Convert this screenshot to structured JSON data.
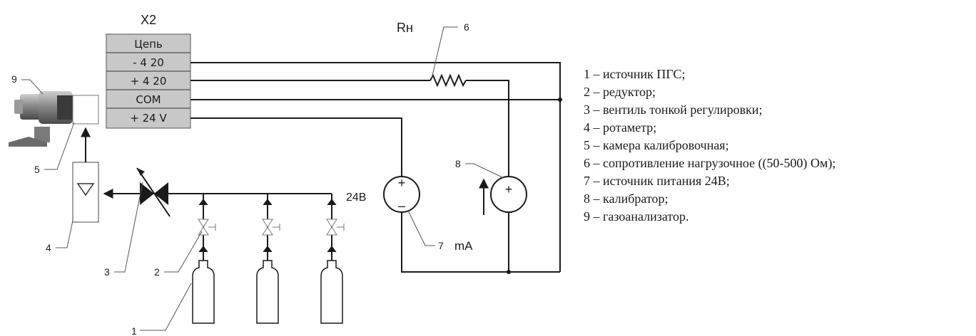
{
  "connector": {
    "name": "X2",
    "rows": [
      "Цепь",
      "- 4 20",
      "+ 4 20",
      "COM",
      "+ 24 V"
    ]
  },
  "labels": {
    "load_resistor": "Rн",
    "supply_voltage": "24В",
    "calibrator_unit": "mA",
    "plus": "+",
    "minus": "–"
  },
  "callouts": [
    "1",
    "2",
    "3",
    "4",
    "5",
    "6",
    "7",
    "8",
    "9"
  ],
  "legend": [
    "1 – источник ПГС;",
    "2 – редуктор;",
    "3 – вентиль тонкой регулировки;",
    "4 – ротаметр;",
    "5 – камера калибровочная;",
    "6 – сопротивление нагрузочное ((50-500) Ом);",
    "7 – источник питания 24В;",
    "8 – калибратор;",
    "9 – газоанализатор."
  ]
}
